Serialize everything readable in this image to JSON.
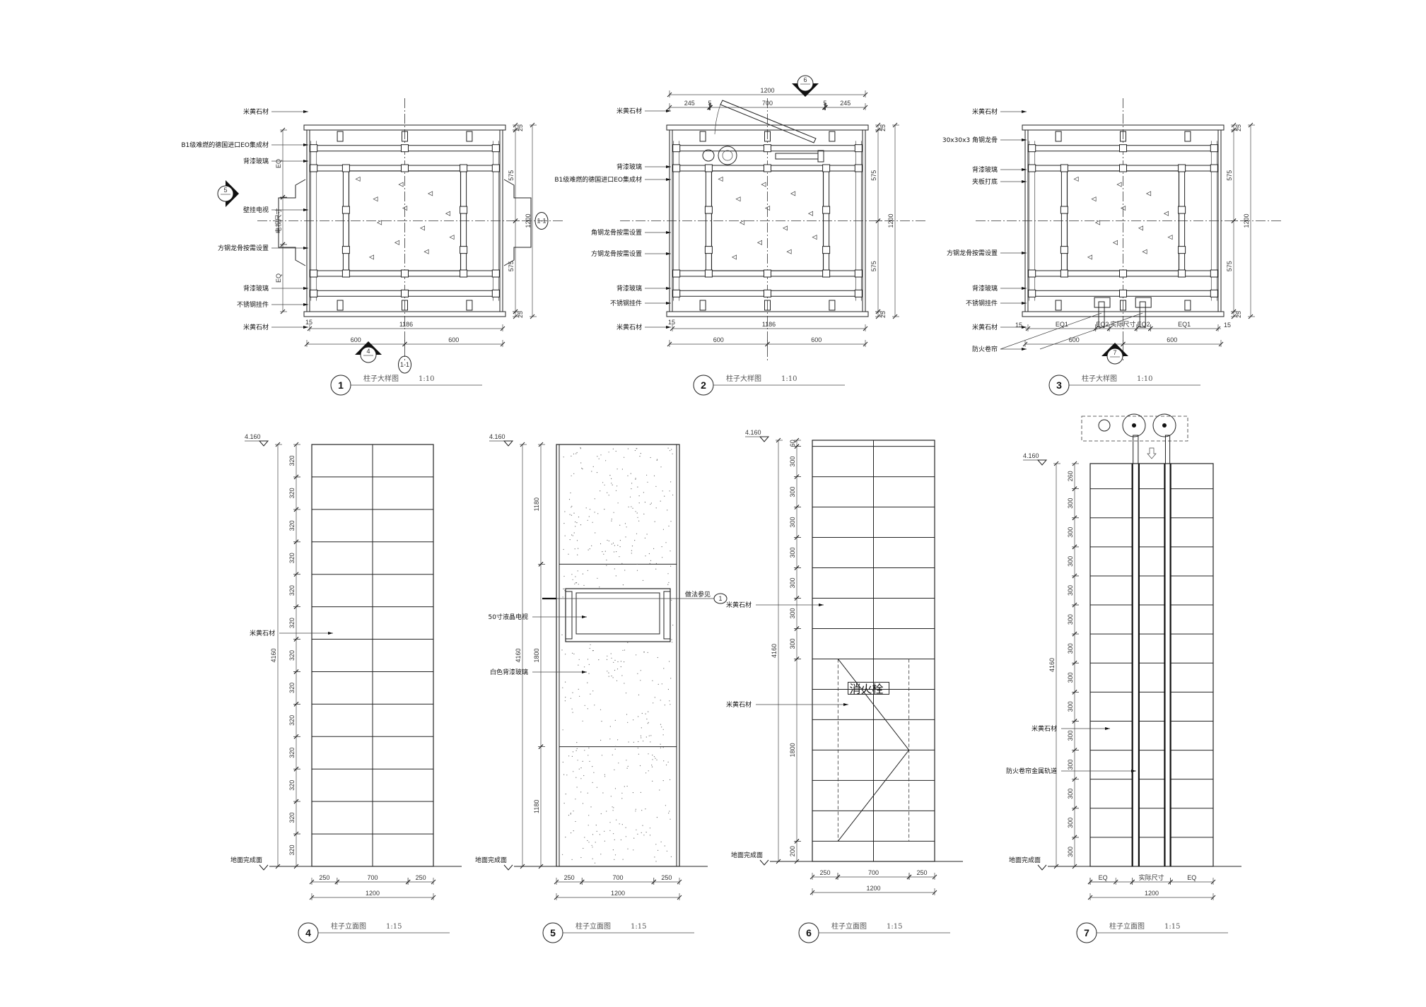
{
  "plans": [
    {
      "num": "1",
      "title": "柱子大样图",
      "scale": "1:10",
      "callouts": [
        "米黄石材",
        "B1级难燃的德国进口EO集成材",
        "背漆玻璃",
        "壁挂电视",
        "方钢龙骨按需设置",
        "背漆玻璃",
        "不锈钢挂件",
        "米黄石材"
      ],
      "dims_right": [
        "25",
        "575",
        "575",
        "25"
      ],
      "dim_total": "1200",
      "dims_bottom": [
        "15",
        "1186",
        "600",
        "600"
      ],
      "dims_left": [
        "EQ",
        "电视尺寸",
        "EQ"
      ],
      "markers": [
        "5",
        "4"
      ],
      "axis_tag": "1-1"
    },
    {
      "num": "2",
      "title": "柱子大样图",
      "scale": "1:10",
      "callouts": [
        "米黄石材",
        "背漆玻璃",
        "B1级难燃的德国进口EO集成材",
        "角钢龙骨按需设置",
        "方钢龙骨按需设置",
        "背漆玻璃",
        "不锈钢挂件",
        "米黄石材"
      ],
      "dims_right": [
        "25",
        "575",
        "575",
        "25"
      ],
      "dim_total": "1200",
      "dims_bottom": [
        "15",
        "1186",
        "600",
        "600"
      ],
      "dims_top": [
        "1200",
        "245",
        "5",
        "700",
        "5",
        "245"
      ],
      "markers": [
        "6"
      ]
    },
    {
      "num": "3",
      "title": "柱子大样图",
      "scale": "1:10",
      "callouts": [
        "米黄石材",
        "30x30x3 角钢龙骨",
        "背漆玻璃",
        "夹板打底",
        "方钢龙骨按需设置",
        "背漆玻璃",
        "不锈钢挂件",
        "米黄石材",
        "防火卷帘"
      ],
      "dims_right": [
        "25",
        "575",
        "575",
        "25"
      ],
      "dim_total": "1200",
      "dims_bottom": [
        "15",
        "EQ1",
        "EQ2",
        "实际尺寸",
        "EQ2",
        "EQ1",
        "15",
        "600",
        "600"
      ],
      "markers": [
        "7"
      ]
    }
  ],
  "elevations": [
    {
      "num": "4",
      "title": "柱子立面图",
      "scale": "1:15",
      "level_top": "4.160",
      "level_bottom": "地面完成面",
      "dims_left": [
        "320",
        "320",
        "320",
        "320",
        "320",
        "320",
        "320",
        "320",
        "320",
        "320",
        "320",
        "320",
        "320"
      ],
      "dim_total": "4160",
      "dims_bottom": [
        "250",
        "700",
        "250"
      ],
      "dim_width": "1200",
      "callouts": [
        "米黄石材"
      ]
    },
    {
      "num": "5",
      "title": "柱子立面图",
      "scale": "1:15",
      "level_top": "4.160",
      "level_bottom": "地面完成面",
      "dims_left": [
        "1180",
        "1800",
        "1180"
      ],
      "dim_total": "4160",
      "dims_bottom": [
        "250",
        "700",
        "250"
      ],
      "dim_width": "1200",
      "callouts": [
        "50寸液晶电视",
        "白色背漆玻璃"
      ],
      "note": "做法参见",
      "note_ref": "1"
    },
    {
      "num": "6",
      "title": "柱子立面图",
      "scale": "1:15",
      "level_top": "4.160",
      "level_bottom": "地面完成面",
      "dims_left": [
        "60",
        "300",
        "300",
        "300",
        "300",
        "300",
        "300",
        "300",
        "1800",
        "200"
      ],
      "dim_total": "4160",
      "dims_bottom": [
        "250",
        "700",
        "250"
      ],
      "dim_width": "1200",
      "callouts": [
        "米黄石材",
        "米黄石材"
      ],
      "hydrant_label": "消火栓"
    },
    {
      "num": "7",
      "title": "柱子立面图",
      "scale": "1:15",
      "level_top": "4.160",
      "level_bottom": "地面完成面",
      "dims_left": [
        "260",
        "300",
        "300",
        "300",
        "300",
        "300",
        "300",
        "300",
        "300",
        "300",
        "300",
        "300",
        "300",
        "300"
      ],
      "dim_total": "4160",
      "dims_bottom": [
        "EQ",
        "实际尺寸",
        "EQ"
      ],
      "dim_width": "1200",
      "callouts": [
        "米黄石材",
        "防火卷帘金属轨道"
      ]
    }
  ]
}
